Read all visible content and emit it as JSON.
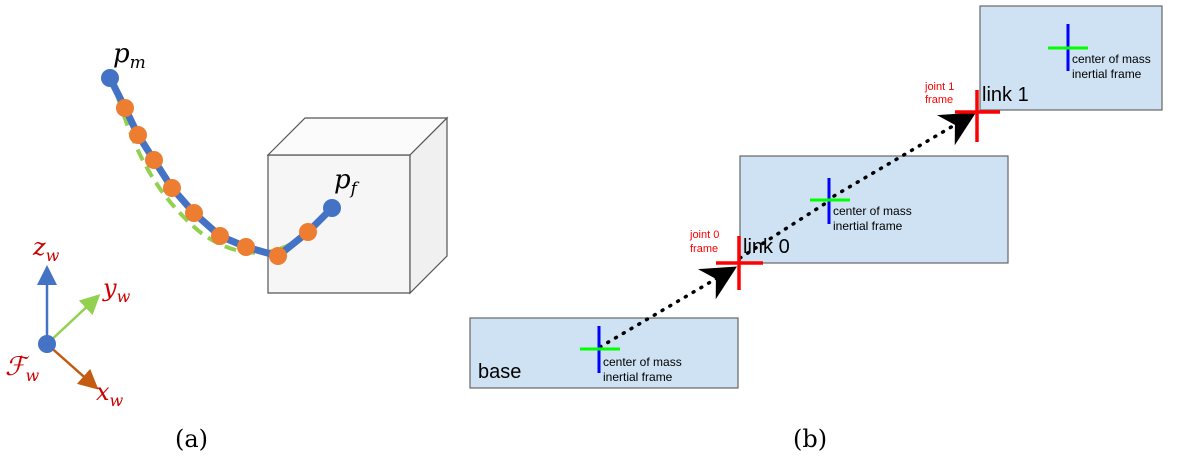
{
  "panel_a": {
    "caption": "(a)",
    "labels": {
      "p_m": {
        "base": "p",
        "sub": "m"
      },
      "p_f": {
        "base": "p",
        "sub": "f"
      },
      "z_w": {
        "base": "z",
        "sub": "w"
      },
      "y_w": {
        "base": "y",
        "sub": "w"
      },
      "x_w": {
        "base": "x",
        "sub": "w"
      },
      "F_w": {
        "base": "ℱ",
        "sub": "w"
      }
    },
    "colors": {
      "trajectory": "#4472c4",
      "waypoints": "#ed7d31",
      "dashed_curve": "#92d050",
      "z_axis": "#4472c4",
      "y_axis": "#92d050",
      "x_axis": "#c55a11",
      "label_red": "#cc0000"
    }
  },
  "panel_b": {
    "caption": "(b)",
    "boxes": {
      "base": {
        "label": "base",
        "com_line1": "center of mass",
        "com_line2": "inertial frame"
      },
      "link0": {
        "label": "link 0",
        "com_line1": "center of mass",
        "com_line2": "inertial frame"
      },
      "link1": {
        "label": "link 1",
        "com_line1": "center of mass",
        "com_line2": "inertial frame"
      }
    },
    "joints": {
      "joint0": {
        "line1": "joint 0",
        "line2": "frame"
      },
      "joint1": {
        "line1": "joint 1",
        "line2": "frame"
      }
    },
    "colors": {
      "box_fill": "#cfe2f3",
      "box_stroke": "#666666",
      "joint_cross": "#ff0000",
      "com_vertical": "#0000ff",
      "com_horizontal": "#00ff00",
      "joint_label": "#ff0000"
    }
  }
}
